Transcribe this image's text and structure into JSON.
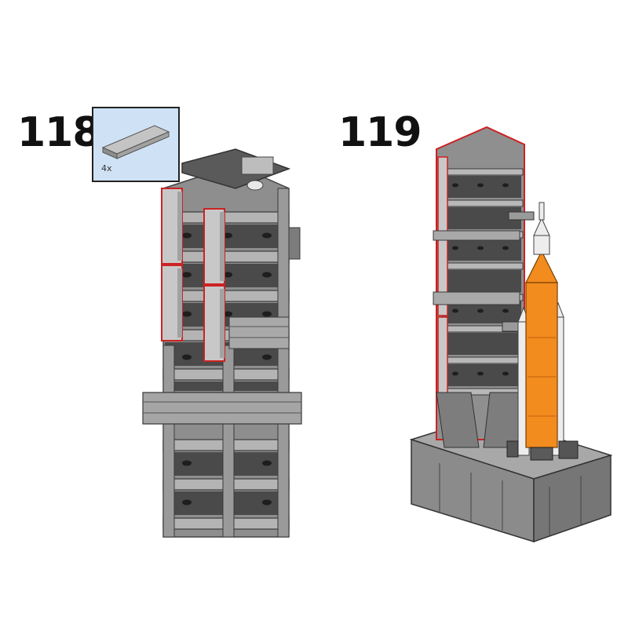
{
  "steps": [
    {
      "number": "118",
      "parts": [
        {
          "name": "light-gray-tile-1x4",
          "quantity": "4x",
          "color": "#a8a8a8"
        }
      ]
    },
    {
      "number": "119",
      "parts": []
    }
  ],
  "colors": {
    "tower_dark": "#555555",
    "tower_mid": "#8a8a8a",
    "tower_light": "#c9c9c9",
    "highlight_outline": "#cc2222",
    "callout_bg": "#cfe2f5",
    "rocket_core": "#f28c1e",
    "rocket_booster": "#e8e8e8"
  }
}
